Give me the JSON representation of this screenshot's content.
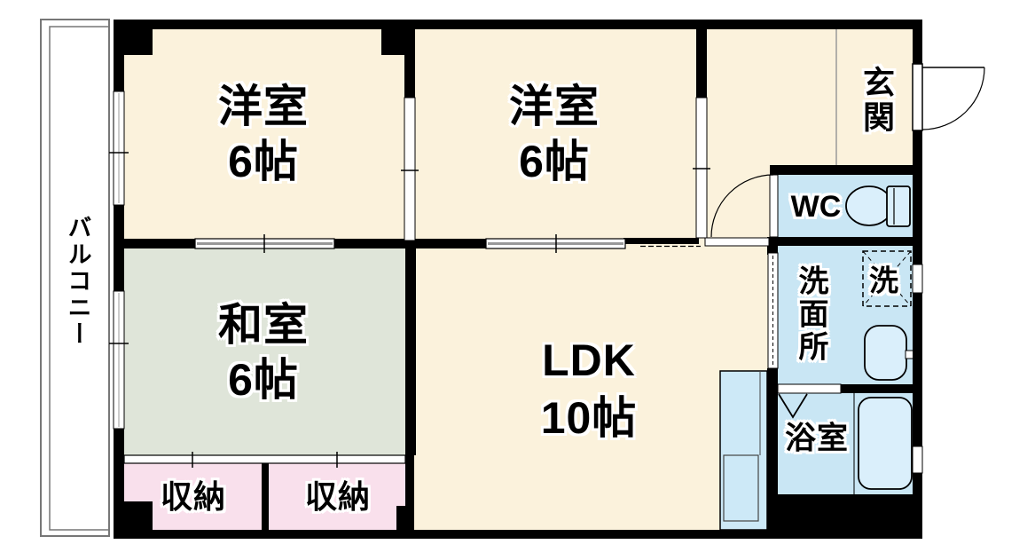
{
  "rooms": {
    "western_room_1": {
      "name": "洋室",
      "size": "6帖"
    },
    "western_room_2": {
      "name": "洋室",
      "size": "6帖"
    },
    "japanese_room": {
      "name": "和室",
      "size": "6帖"
    },
    "ldk": {
      "name": "LDK",
      "size": "10帖"
    },
    "storage_left": {
      "label": "収納"
    },
    "storage_right": {
      "label": "収納"
    },
    "entrance": {
      "label": "玄関"
    },
    "toilet": {
      "label": "WC"
    },
    "washroom": {
      "label": "洗面所"
    },
    "washing_machine": {
      "label": "洗"
    },
    "bathroom": {
      "label": "浴室"
    },
    "balcony": {
      "label": "バルコニー"
    }
  },
  "colors": {
    "wall": "#000000",
    "room_cream": "#FBF2DC",
    "tatami_green": "#DFE5D9",
    "storage_pink": "#F9E0EC",
    "wet_blue": "#C9E6F4",
    "fixture_blue": "#DAEFFB",
    "counter_blue": "#CDE9F7",
    "balcony_gray": "#777777"
  }
}
